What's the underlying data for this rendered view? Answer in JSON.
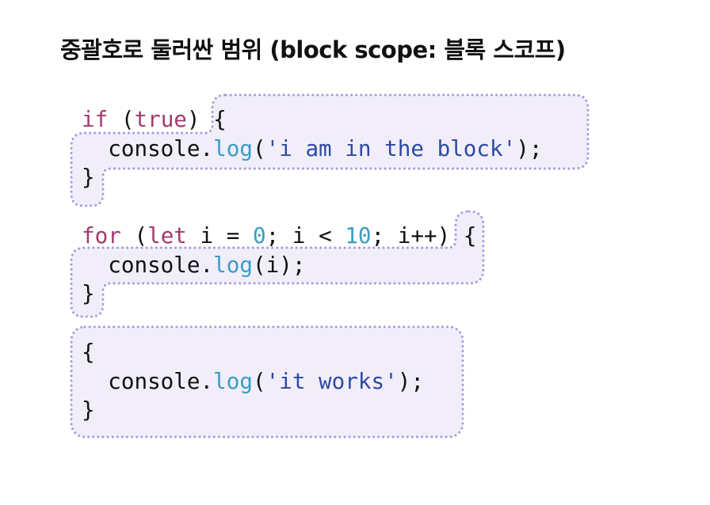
{
  "title": "중괄호로 둘러싼 범위 (block scope: 블록 스코프)",
  "colors": {
    "fill": "#f1eefa",
    "stroke": "#a99ae0",
    "keyword": "#a23a6e",
    "function": "#3a9dc4",
    "string": "#2e4aa0"
  },
  "code": [
    [
      [
        "kw",
        "if"
      ],
      [
        "",
        "  ("
      ],
      [
        "kw",
        "true"
      ],
      [
        "",
        ") {"
      ]
    ],
    [
      [
        "",
        "  console."
      ],
      [
        "fn",
        "log"
      ],
      [
        "",
        "("
      ],
      [
        "str",
        "'i am in the block'"
      ],
      [
        "",
        ");"
      ]
    ],
    [
      [
        "",
        "}"
      ]
    ],
    [
      [
        "kw",
        "for"
      ],
      [
        "",
        " ("
      ],
      [
        "kw",
        "let"
      ],
      [
        "",
        " i = "
      ],
      [
        "num",
        "0"
      ],
      [
        "",
        "; i < "
      ],
      [
        "num",
        "10"
      ],
      [
        "",
        "; i++) {"
      ]
    ],
    [
      [
        "",
        "  console."
      ],
      [
        "fn",
        "log"
      ],
      [
        "",
        "(i);"
      ]
    ],
    [
      [
        "",
        "}"
      ]
    ],
    [
      [
        "",
        "{"
      ]
    ],
    [
      [
        "",
        "  console."
      ],
      [
        "fn",
        "log"
      ],
      [
        "",
        "("
      ],
      [
        "str",
        "'it works'"
      ],
      [
        "",
        ");"
      ]
    ],
    [
      [
        "",
        "}"
      ]
    ]
  ]
}
